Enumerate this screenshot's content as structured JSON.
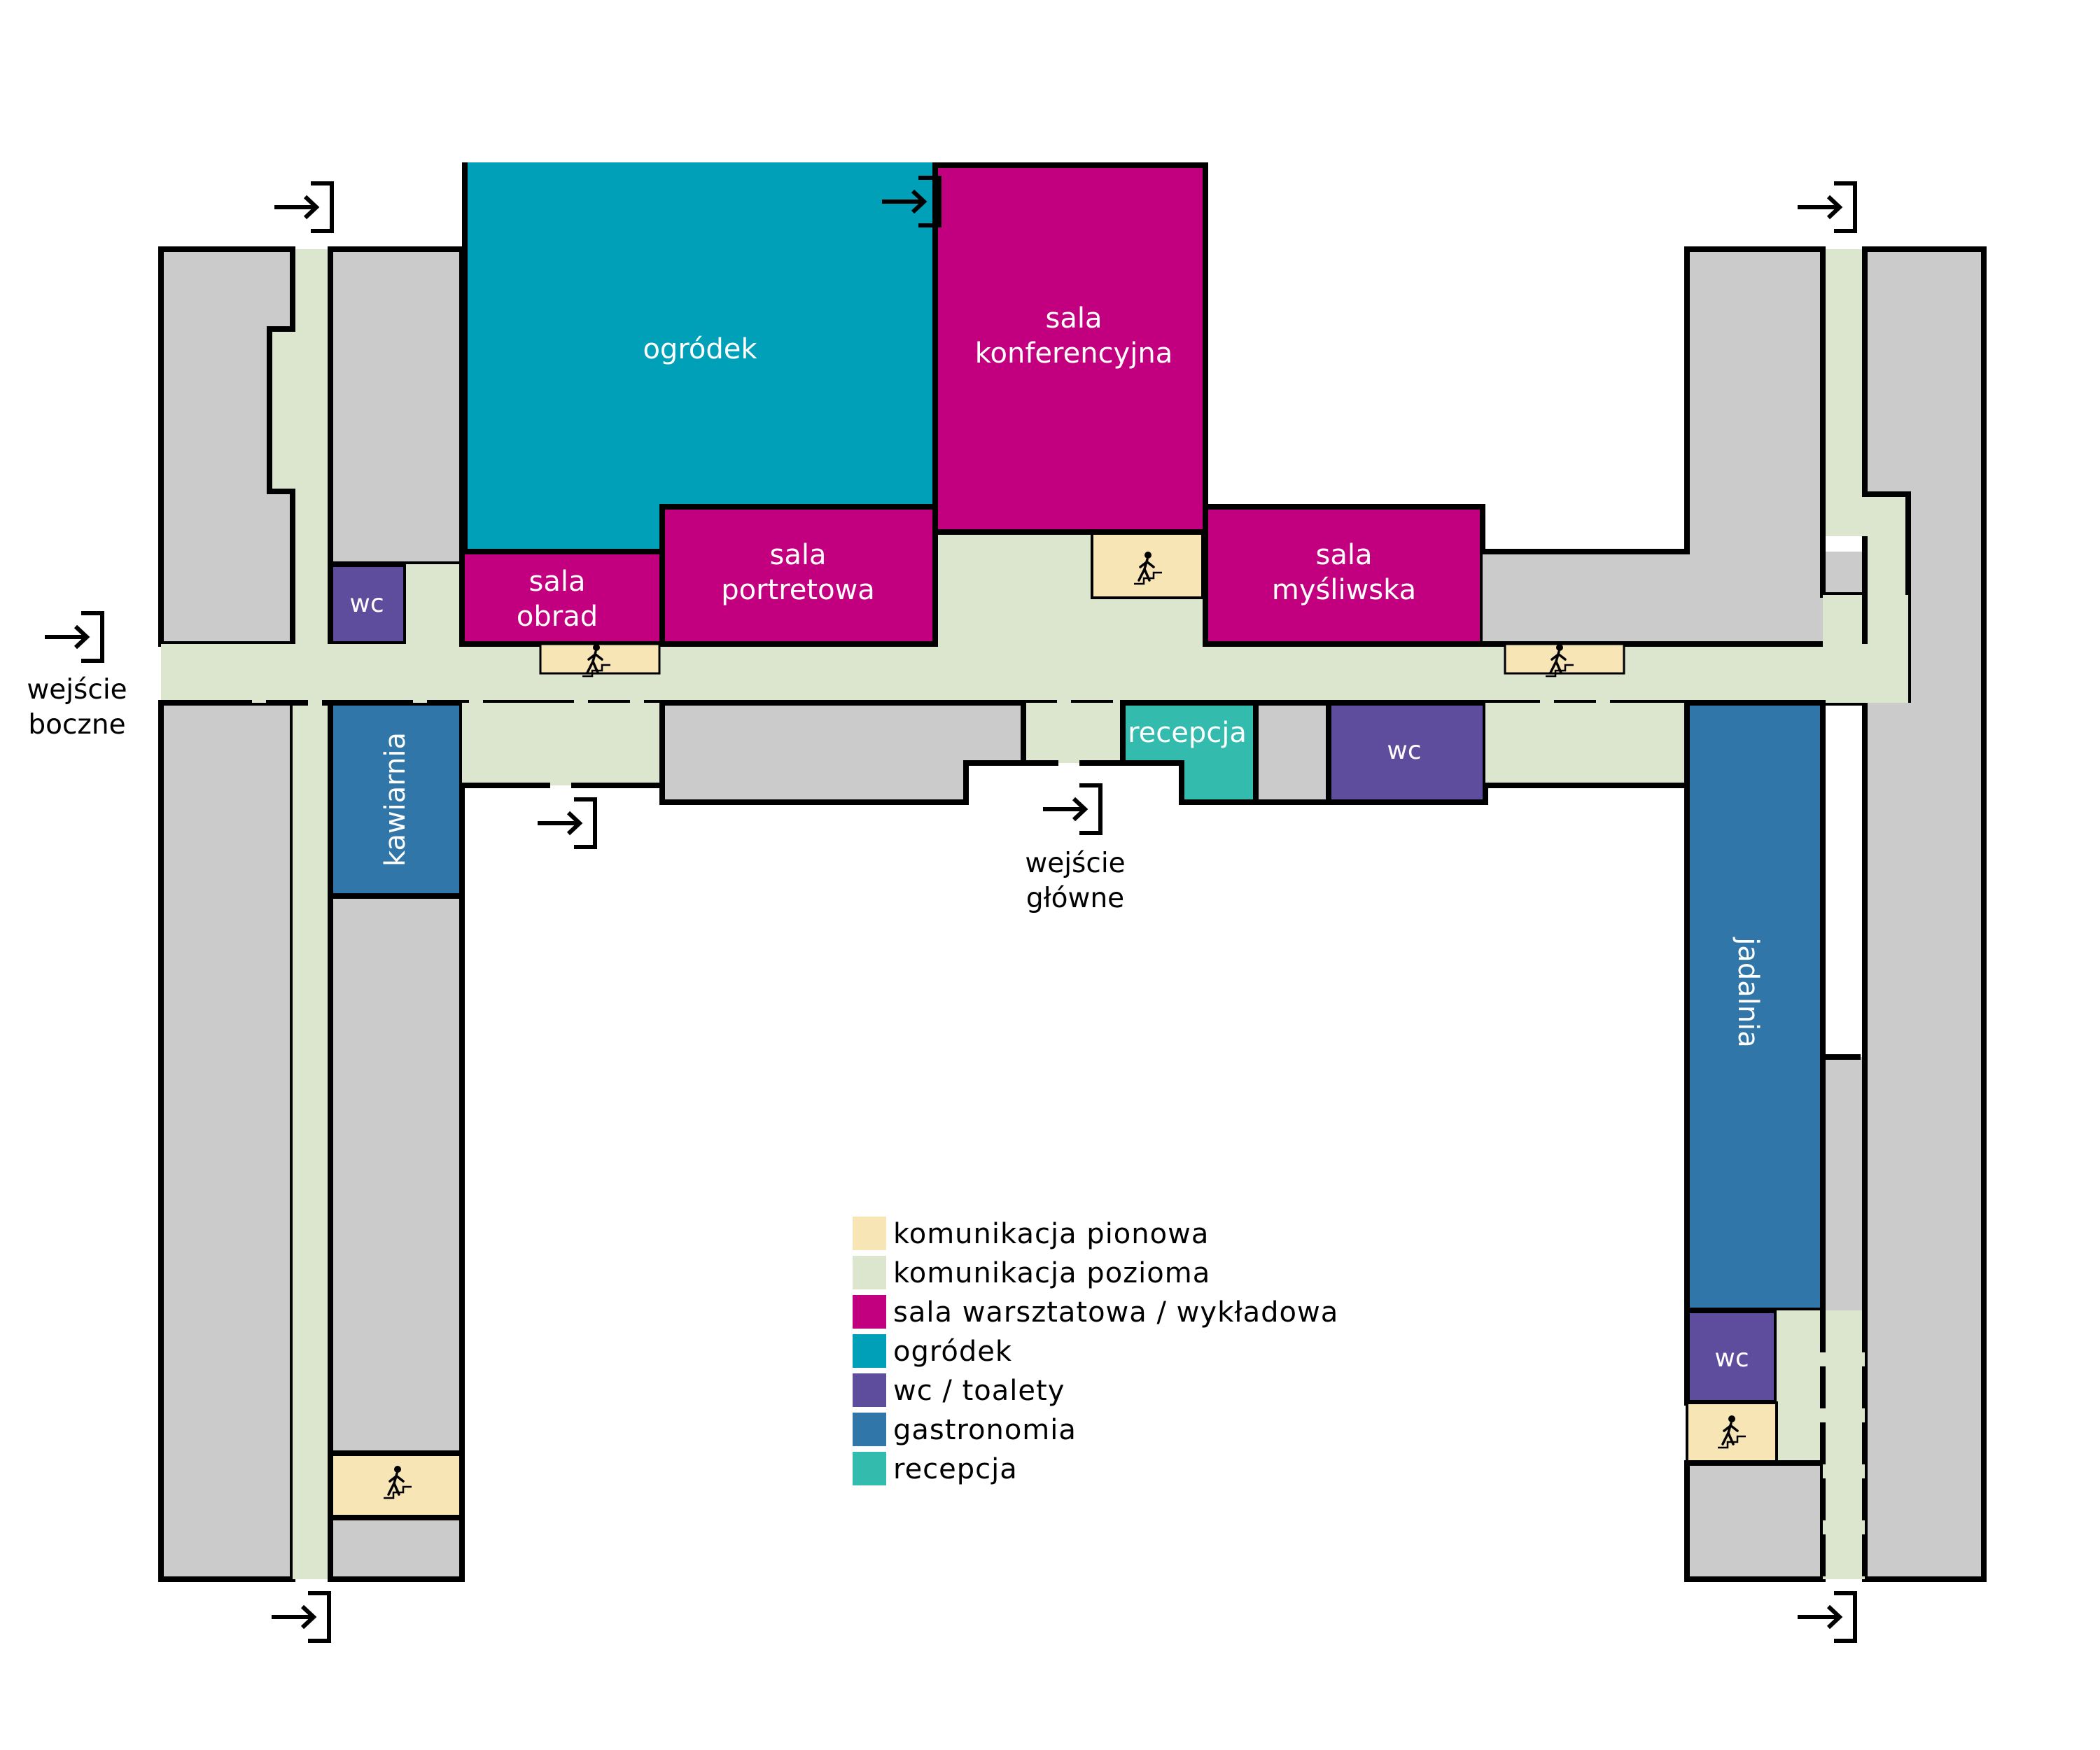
{
  "colors": {
    "komunikacja_pionowa": "#F7E5B5",
    "komunikacja_pozioma": "#DCE5CE",
    "sala": "#C2007F",
    "ogrodek": "#00A1B8",
    "wc": "#5E4C9C",
    "gastronomia": "#3176A8",
    "recepcja": "#33BBAE",
    "other": "#CBCBCB",
    "wall": "#000000"
  },
  "rooms": {
    "ogrodek": "ogródek",
    "sala_konferencyjna": [
      "sala",
      "konferencyjna"
    ],
    "sala_portretowa": [
      "sala",
      "portretowa"
    ],
    "sala_obrad": [
      "sala",
      "obrad"
    ],
    "sala_mysliwska": [
      "sala",
      "myśliwska"
    ],
    "wc": "wc",
    "kawiarnia": "kawiarnia",
    "jadalnia": "jadalnia",
    "recepcja": "recepcja"
  },
  "entrances": {
    "side": [
      "wejście",
      "boczne"
    ],
    "main": [
      "wejście",
      "główne"
    ]
  },
  "icons": {
    "entrance": "entrance-arrow-icon",
    "stairs": "stairs-icon"
  },
  "legend": [
    {
      "label": "komunikacja pionowa",
      "color": "#F7E5B5"
    },
    {
      "label": "komunikacja pozioma",
      "color": "#DCE5CE"
    },
    {
      "label": "sala warsztatowa / wykładowa",
      "color": "#C2007F"
    },
    {
      "label": "ogródek",
      "color": "#00A1B8"
    },
    {
      "label": "wc / toalety",
      "color": "#5E4C9C"
    },
    {
      "label": "gastronomia",
      "color": "#3176A8"
    },
    {
      "label": "recepcja",
      "color": "#33BBAE"
    }
  ]
}
